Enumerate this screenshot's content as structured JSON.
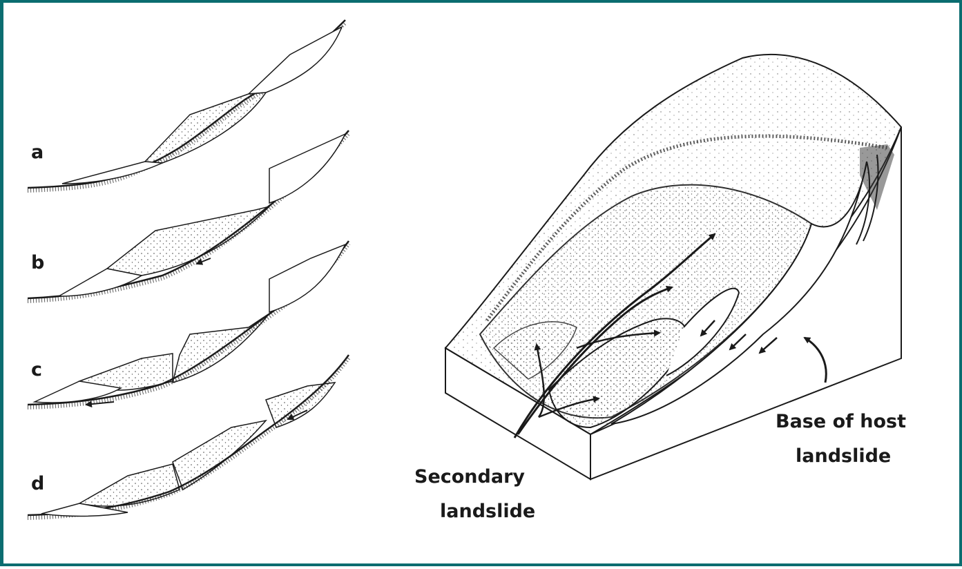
{
  "figure": {
    "border_color": "#0b6d70",
    "ink_color": "#1a1a1a",
    "panels": [
      {
        "letter": "a"
      },
      {
        "letter": "b"
      },
      {
        "letter": "c"
      },
      {
        "letter": "d"
      }
    ],
    "labels": {
      "secondary_line1": "Secondary",
      "secondary_line2": "landslide",
      "base_line1": "Base of host",
      "base_line2": "landslide"
    }
  }
}
